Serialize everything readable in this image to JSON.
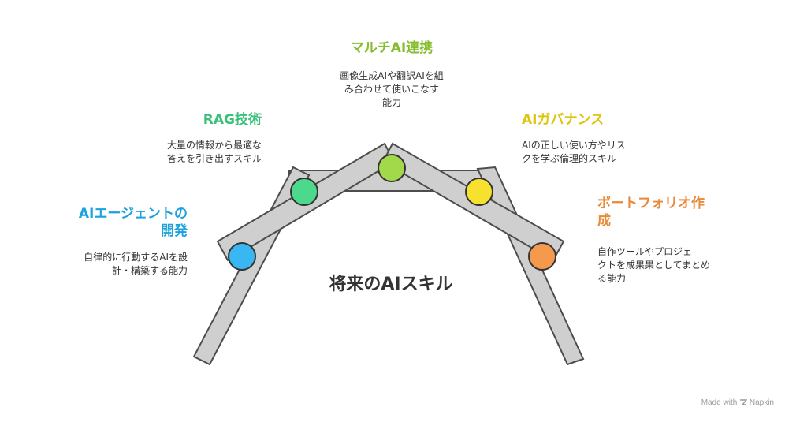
{
  "center_title": "将来のAIスキル",
  "credit": {
    "prefix": "Made with",
    "brand": "Napkin"
  },
  "items": [
    {
      "title": "AIエージェントの\n開発",
      "desc": "自律的に行動するAIを設\n計・構築する能力",
      "color": "#39b7f2",
      "title_color": "#1aa2dd"
    },
    {
      "title": "RAG技術",
      "desc": "大量の情報から最適な\n答えを引き出すスキル",
      "color": "#4dd98b",
      "title_color": "#3ac07a"
    },
    {
      "title": "マルチAI連携",
      "desc": "画像生成AIや翻訳AIを組\nみ合わせて使いこなす\n能力",
      "color": "#a2d94a",
      "title_color": "#86bd2f"
    },
    {
      "title": "AIガバナンス",
      "desc": "AIの正しい使い方やリス\nクを学ぶ倫理的スキル",
      "color": "#f7e12f",
      "title_color": "#dfc40f"
    },
    {
      "title": "ポートフォリオ作\n成",
      "desc": "自作ツールやプロジェ\nクトを成果果としてまとめ\nる能力",
      "color": "#f59a4c",
      "title_color": "#e88a3a"
    }
  ]
}
